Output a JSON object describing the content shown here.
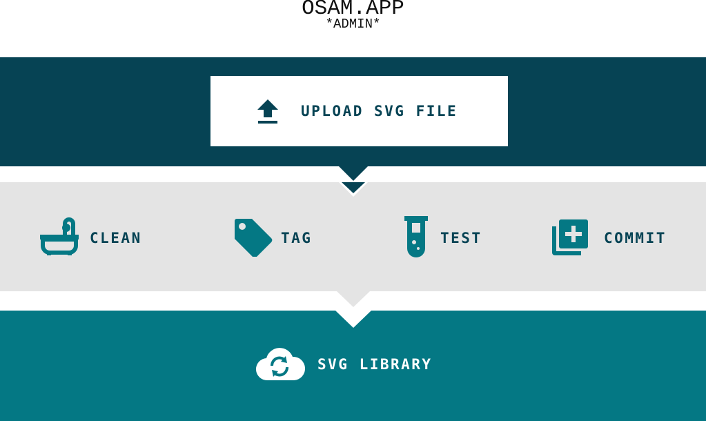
{
  "header": {
    "brand": "OSAM.APP",
    "subtitle": "*ADMIN*"
  },
  "upload": {
    "label": "UPLOAD SVG FILE",
    "icon": "upload-icon"
  },
  "steps": [
    {
      "label": "CLEAN",
      "icon": "bathtub-icon"
    },
    {
      "label": "TAG",
      "icon": "tag-icon"
    },
    {
      "label": "TEST",
      "icon": "test-tube-icon"
    },
    {
      "label": "COMMIT",
      "icon": "library-add-icon"
    }
  ],
  "library": {
    "label": "SVG LIBRARY",
    "icon": "cloud-sync-icon"
  },
  "colors": {
    "dark_teal": "#064354",
    "teal": "#047884",
    "grey_band": "#e4e4e4",
    "icon_teal": "#047884",
    "white": "#ffffff"
  }
}
